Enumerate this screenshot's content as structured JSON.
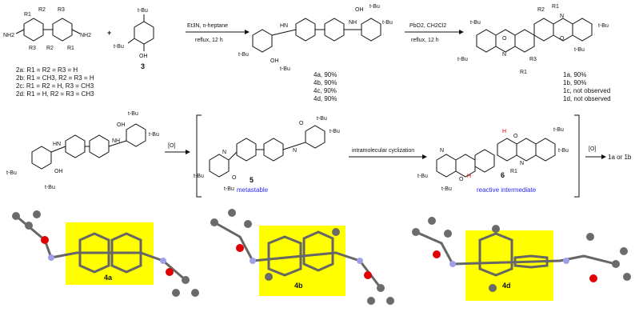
{
  "scheme": {
    "top": {
      "sub": {
        "r1": "R1",
        "r2": "R2",
        "r3": "R3",
        "nh2": "NH2"
      },
      "plus": "+",
      "tbu": "t-Bu",
      "oh": "OH",
      "hn": "HN",
      "nh": "NH",
      "o": "O",
      "n": "N",
      "reagent3": "3",
      "step1_top": "Et3N, n-heptane",
      "step1_bottom": "reflux, 12 h",
      "step2_top": "PbO2, CH2Cl2",
      "step2_bottom": "reflux, 12 h",
      "sm_labels": [
        "2a: R1 = R2 = R3 = H",
        "2b: R1 = CH3, R2 = R3 = H",
        "2c: R1 = R2 = H, R3 = CH3",
        "2d: R1 = H, R2 = R3 = CH3"
      ],
      "int_labels": [
        "4a, 90%",
        "4b, 90%",
        "4c, 90%",
        "4d, 90%"
      ],
      "prod_labels": [
        "1a, 90%",
        "1b, 90%",
        "1c, not observed",
        "1d, not observed"
      ]
    },
    "middle": {
      "oxidant": "[O]",
      "cyclization": "intramolecular cyclization",
      "cmpd5": "5",
      "cmpd5_note": "metastable",
      "cmpd6": "6",
      "cmpd6_note": "reactive intermediate",
      "h": "H",
      "final_oxidant": "[O]",
      "final_product": "1a or 1b"
    },
    "crystal": {
      "labels": [
        "4a",
        "4b",
        "4d"
      ]
    }
  },
  "colors": {
    "highlight": "#ffff00",
    "carbon": "#6b6b6b",
    "nitrogen": "#a0a0e8",
    "oxygen": "#e00000",
    "note_blue": "#2a2aff"
  }
}
